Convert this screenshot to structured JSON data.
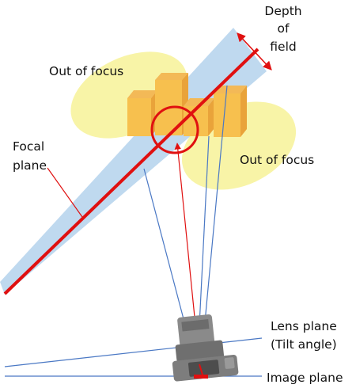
{
  "labels": {
    "depth_of_field": [
      "Depth",
      "of",
      "field"
    ],
    "out_of_focus_left": "Out of focus",
    "out_of_focus_right": "Out of focus",
    "focal_plane": [
      "Focal",
      "plane"
    ],
    "lens_plane": [
      "Lens plane",
      "(Tilt angle)"
    ],
    "image_plane": "Image plane"
  },
  "colors": {
    "depth_of_field_band": "#bcd7ee",
    "out_of_focus_zone": "#f6f089",
    "focal_plane_line": "#e01010",
    "sight_lines": "#4a78c4",
    "box_front": "#f7c04e",
    "box_back_side": "#e9a33a",
    "camera_body": "#7d7d7d"
  },
  "icons": {
    "camera": "tilted-camera-icon"
  }
}
